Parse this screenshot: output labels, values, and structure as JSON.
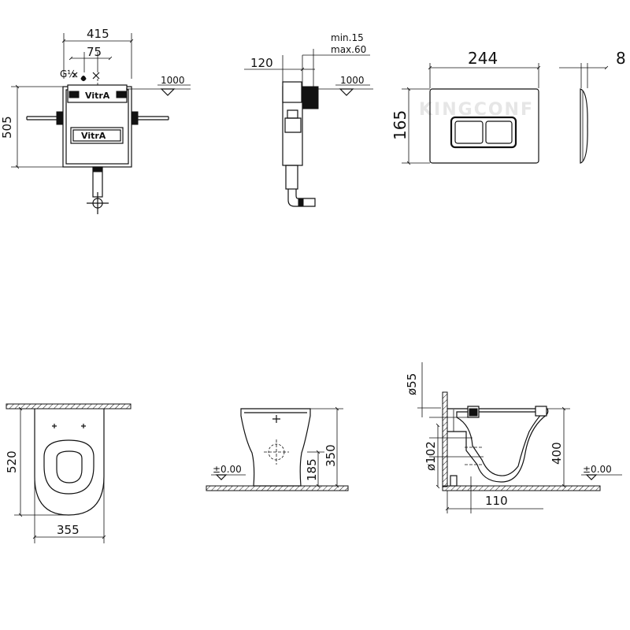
{
  "carrier_front": {
    "width_label": "415",
    "spacing_label": "75",
    "height_label": "505",
    "level_label": "1000",
    "thread_label": "G½",
    "brand_top": "VitrA",
    "brand_plate": "VitrA"
  },
  "carrier_side": {
    "depth_label": "120",
    "min_label": "min.15",
    "max_label": "max.60",
    "level_label": "1000"
  },
  "flush_plate": {
    "width_label": "244",
    "depth_label": "8",
    "height_label": "165",
    "watermark": "KINGCONF"
  },
  "bowl_top": {
    "length_label": "520",
    "width_label": "355"
  },
  "bowl_front": {
    "floor_label": "±0.00",
    "outlet_height_label": "185",
    "height_label": "350"
  },
  "bowl_side": {
    "pipe_small_label": "ø55",
    "pipe_large_label": "ø102",
    "height_label": "400",
    "offset_label": "110",
    "floor_label": "±0.00"
  }
}
